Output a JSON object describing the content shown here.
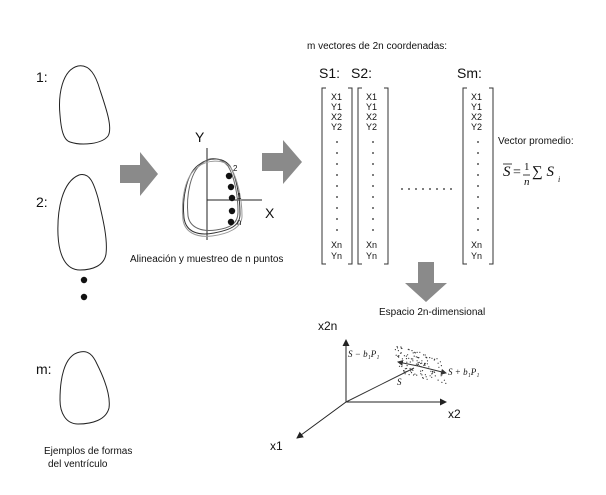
{
  "shapes": {
    "label_1": "1:",
    "label_2": "2:",
    "label_m": "m:",
    "caption_line1": "Ejemplos de formas",
    "caption_line2": "del ventrículo"
  },
  "alignment": {
    "axis_y": "Y",
    "axis_x": "X",
    "point_1": "1",
    "point_2": "2",
    "point_n": "n",
    "caption": "Alineación y muestreo de n puntos"
  },
  "vectors": {
    "title": "m vectores de 2n coordenadas:",
    "col1_header": "S1:",
    "col2_header": "S2:",
    "colm_header": "Sm:",
    "entries": [
      "X1",
      "Y1",
      "X2",
      "Y2",
      "Xn",
      "Yn"
    ],
    "mean_label": "Vector promedio:",
    "mean_formula_lhs": "S",
    "mean_formula_eq": "=",
    "mean_formula_num": "1",
    "mean_formula_den": "n",
    "mean_formula_sum": "∑ S",
    "mean_formula_sub": "i"
  },
  "space": {
    "title": "Espacio 2n-dimensional",
    "axis_x2n": "x2n",
    "axis_x2": "x2",
    "axis_x1": "x1",
    "label_minus": "S − b₁P₁",
    "label_plus": "S + b₁P₁",
    "label_mean": "S"
  }
}
